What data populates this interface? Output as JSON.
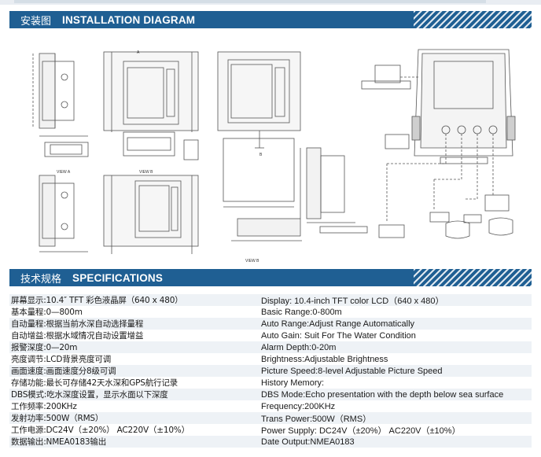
{
  "install_header": {
    "cn": "安装图",
    "en": "INSTALLATION DIAGRAM"
  },
  "spec_header": {
    "cn": "技术规格",
    "en": "SPECIFICATIONS"
  },
  "diagram_labels": {
    "view_a": "VIEW A",
    "view_b": "VIEW B",
    "label_a": "A",
    "label_b": "B"
  },
  "specs": [
    {
      "cn_key": "屏幕显示:",
      "cn_val": "10.4″ TFT 彩色液晶屏（640 x 480）",
      "en": "Display: 10.4-inch TFT color LCD（640 x 480）"
    },
    {
      "cn_key": "基本量程:",
      "cn_val": "0—800m",
      "en": "Basic Range:0-800m"
    },
    {
      "cn_key": "自动量程:",
      "cn_val": "根据当前水深自动选择量程",
      "en": "Auto Range:Adjust Range Automatically"
    },
    {
      "cn_key": "自动增益:",
      "cn_val": "根据水域情况自动设置增益",
      "en": "Auto Gain: Suit For The Water Condition"
    },
    {
      "cn_key": "报警深度:",
      "cn_val": "0—20m",
      "en": "Alarm Depth:0-20m"
    },
    {
      "cn_key": "亮度调节:",
      "cn_val": "LCD背景亮度可调",
      "en": "Brightness:Adjustable Brightness"
    },
    {
      "cn_key": "画面速度:",
      "cn_val": "画面速度分8级可调",
      "en": "Picture Speed:8-level Adjustable Picture Speed"
    },
    {
      "cn_key": "存储功能:",
      "cn_val": "最长可存储42天水深和GPS航行记录",
      "en": "History Memory:"
    },
    {
      "cn_key": "DBS模式:",
      "cn_val": "吃水深度设置，显示水面以下深度",
      "en": "DBS Mode:Echo presentation with the depth below sea surface"
    },
    {
      "cn_key": "工作频率:",
      "cn_val": "200KHz",
      "en": "Frequency:200KHz"
    },
    {
      "cn_key": "发射功率:",
      "cn_val": "500W（RMS）",
      "en": "Trans Power:500W（RMS）"
    },
    {
      "cn_key": "工作电源:",
      "cn_val": "DC24V（±20%）    AC220V（±10%）",
      "en": "Power Supply: DC24V（±20%）   AC220V（±10%）"
    },
    {
      "cn_key": "数据输出:",
      "cn_val": "NMEA0183输出",
      "en": "Date Output:NMEA0183"
    }
  ],
  "colors": {
    "banner": "#1f5f93",
    "row_alt": "#eef2f6",
    "line": "#555555"
  }
}
